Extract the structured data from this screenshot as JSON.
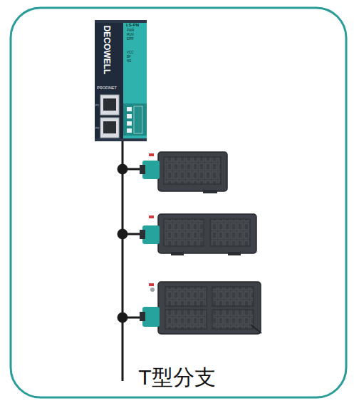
{
  "diagram": {
    "caption": "T型分支",
    "nodes": [
      {
        "text": [
          "DECOWELL",
          "LS-PN",
          "PWR",
          "RUN",
          "ERR",
          "VCC",
          "BF",
          "NS",
          "PROFINET",
          "P1",
          "P2"
        ]
      }
    ]
  }
}
